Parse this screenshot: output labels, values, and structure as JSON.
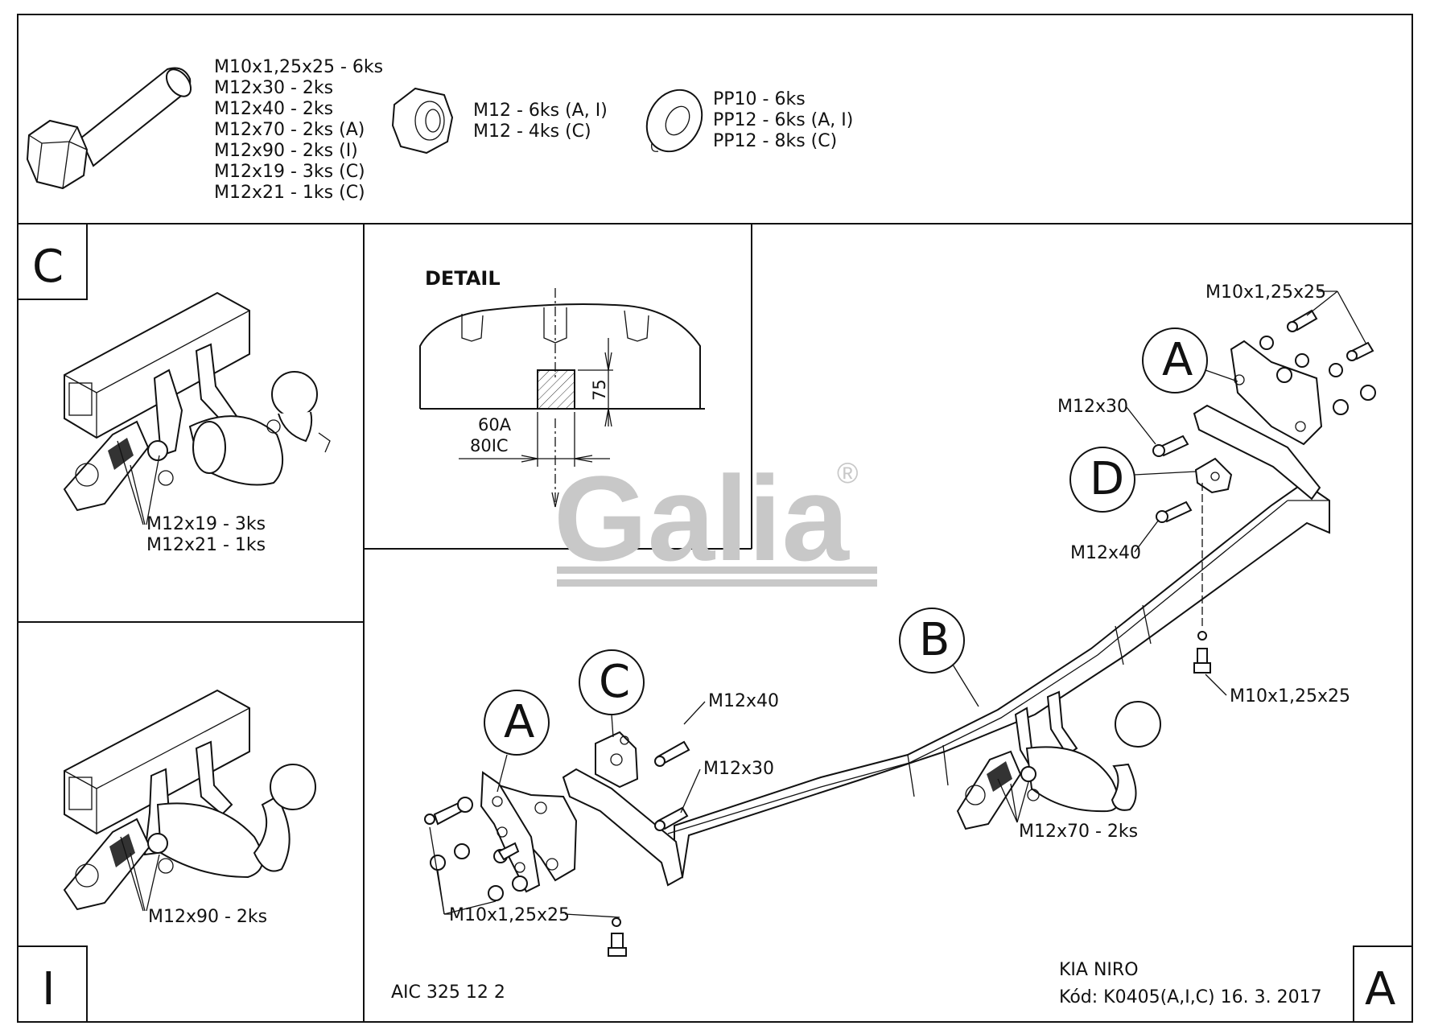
{
  "hardware": {
    "bolts": [
      "M10x1,25x25 - 6ks",
      "M12x30 - 2ks",
      "M12x40 - 2ks",
      "M12x70 - 2ks (A)",
      "M12x90 - 2ks (I)",
      "M12x19 - 3ks (C)",
      "M12x21 - 1ks (C)"
    ],
    "nuts": [
      "M12 - 6ks (A, I)",
      "M12 - 4ks (C)"
    ],
    "washers": [
      "PP10 - 6ks",
      "PP12 - 6ks (A, I)",
      "PP12 - 8ks (C)"
    ]
  },
  "panel_c": {
    "letter": "C",
    "bolts": [
      "M12x19 - 3ks",
      "M12x21 - 1ks"
    ]
  },
  "panel_i": {
    "letter": "I",
    "bolts": [
      "M12x90 - 2ks"
    ]
  },
  "detail": {
    "title": "DETAIL",
    "dimension_height": "75",
    "dimension_width_a": "60A",
    "dimension_width_b": "80IC"
  },
  "logo": {
    "text": "Galia",
    "registered": "®",
    "color": "#c8c8c8"
  },
  "main": {
    "labels": {
      "a_top": "A",
      "a_left": "A",
      "b": "B",
      "c": "C",
      "d": "D"
    },
    "callouts": {
      "m10_top": "M10x1,25x25",
      "m12x30_right": "M12x30",
      "m12x40_right": "M12x40",
      "m10_right_bottom": "M10x1,25x25",
      "m12x40_left": "M12x40",
      "m12x30_left": "M12x30",
      "m10_left": "M10x1,25x25",
      "m12x70": "M12x70 - 2ks"
    },
    "corner_letter": "A"
  },
  "footer": {
    "code_left": "AIC 325 12 2",
    "model": "KIA NIRO",
    "code": "Kód: K0405(A,I,C)  16. 3. 2017"
  }
}
